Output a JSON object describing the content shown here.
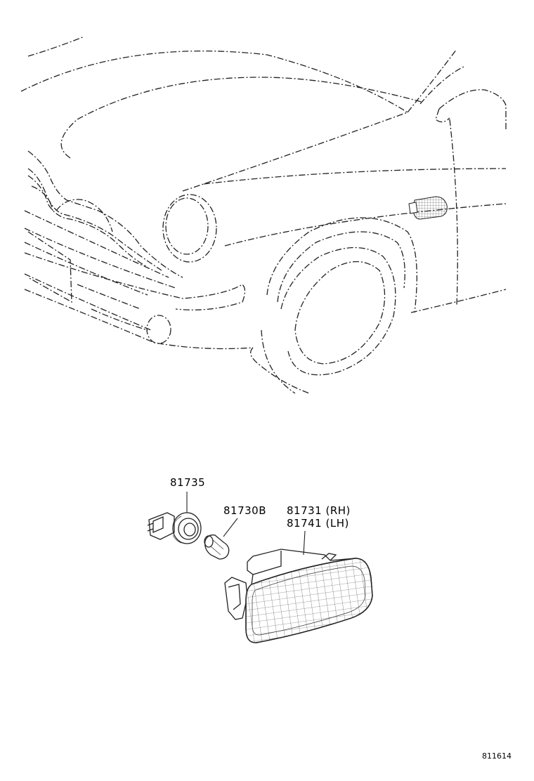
{
  "diagram": {
    "labels": {
      "socket": "81735",
      "bulb": "81730B",
      "lamp_rh": "81731 (RH)",
      "lamp_lh": "81741 (LH)"
    },
    "figure_code": "811614"
  }
}
